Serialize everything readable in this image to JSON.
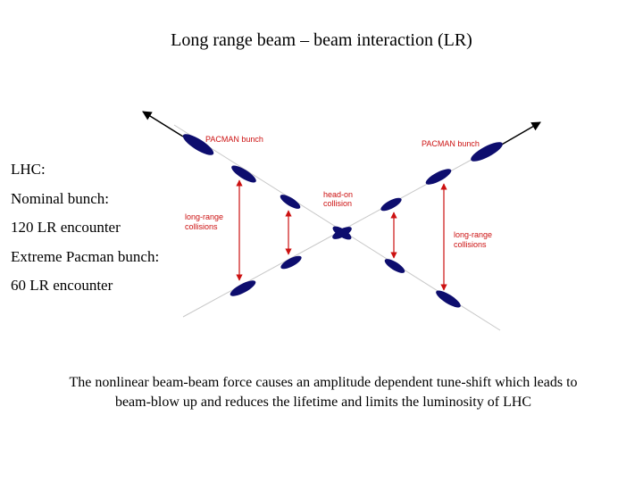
{
  "title": "Long range beam – beam interaction (LR)",
  "list": [
    "LHC:",
    "Nominal bunch:",
    "120 LR encounter",
    "Extreme Pacman bunch:",
    "60 LR encounter"
  ],
  "diagram": {
    "label_pacman_left": "PACMAN bunch",
    "label_pacman_right": "PACMAN bunch",
    "label_headon_line1": "head-on",
    "label_headon_line2": "collision",
    "label_lr_left_line1": "long-range",
    "label_lr_left_line2": "collisions",
    "label_lr_right_line1": "long-range",
    "label_lr_right_line2": "collisions",
    "colors": {
      "bunch": "#0d0d6e",
      "label": "#cc1111",
      "arrow": "#cc1111",
      "beam_line": "#c8c8c8"
    }
  },
  "caption": "The nonlinear beam-beam force causes an amplitude dependent tune-shift which leads to beam-blow up and reduces the lifetime and limits the luminosity of LHC"
}
